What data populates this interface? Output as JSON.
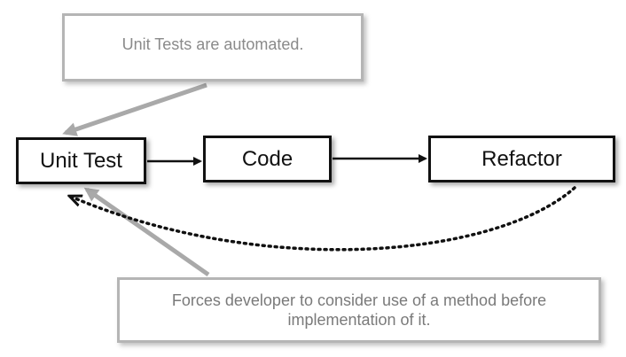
{
  "diagram": {
    "nodes": {
      "unit_test": "Unit Test",
      "code": "Code",
      "refactor": "Refactor"
    },
    "notes": {
      "automated": "Unit Tests are automated.",
      "forces": "Forces developer to consider use of a method before implementation of it."
    },
    "edges": [
      {
        "from": "unit_test",
        "to": "code",
        "style": "solid"
      },
      {
        "from": "code",
        "to": "refactor",
        "style": "solid"
      },
      {
        "from": "refactor",
        "to": "unit_test",
        "style": "dotted"
      },
      {
        "from": "automated",
        "to": "unit_test",
        "style": "callout"
      },
      {
        "from": "forces",
        "to": "unit_test",
        "style": "callout"
      }
    ],
    "colors": {
      "node_border": "#111111",
      "note_border": "#b5b5b5",
      "note_text": "#8a8a8a",
      "callout_arrow": "#a9a9a9"
    }
  }
}
